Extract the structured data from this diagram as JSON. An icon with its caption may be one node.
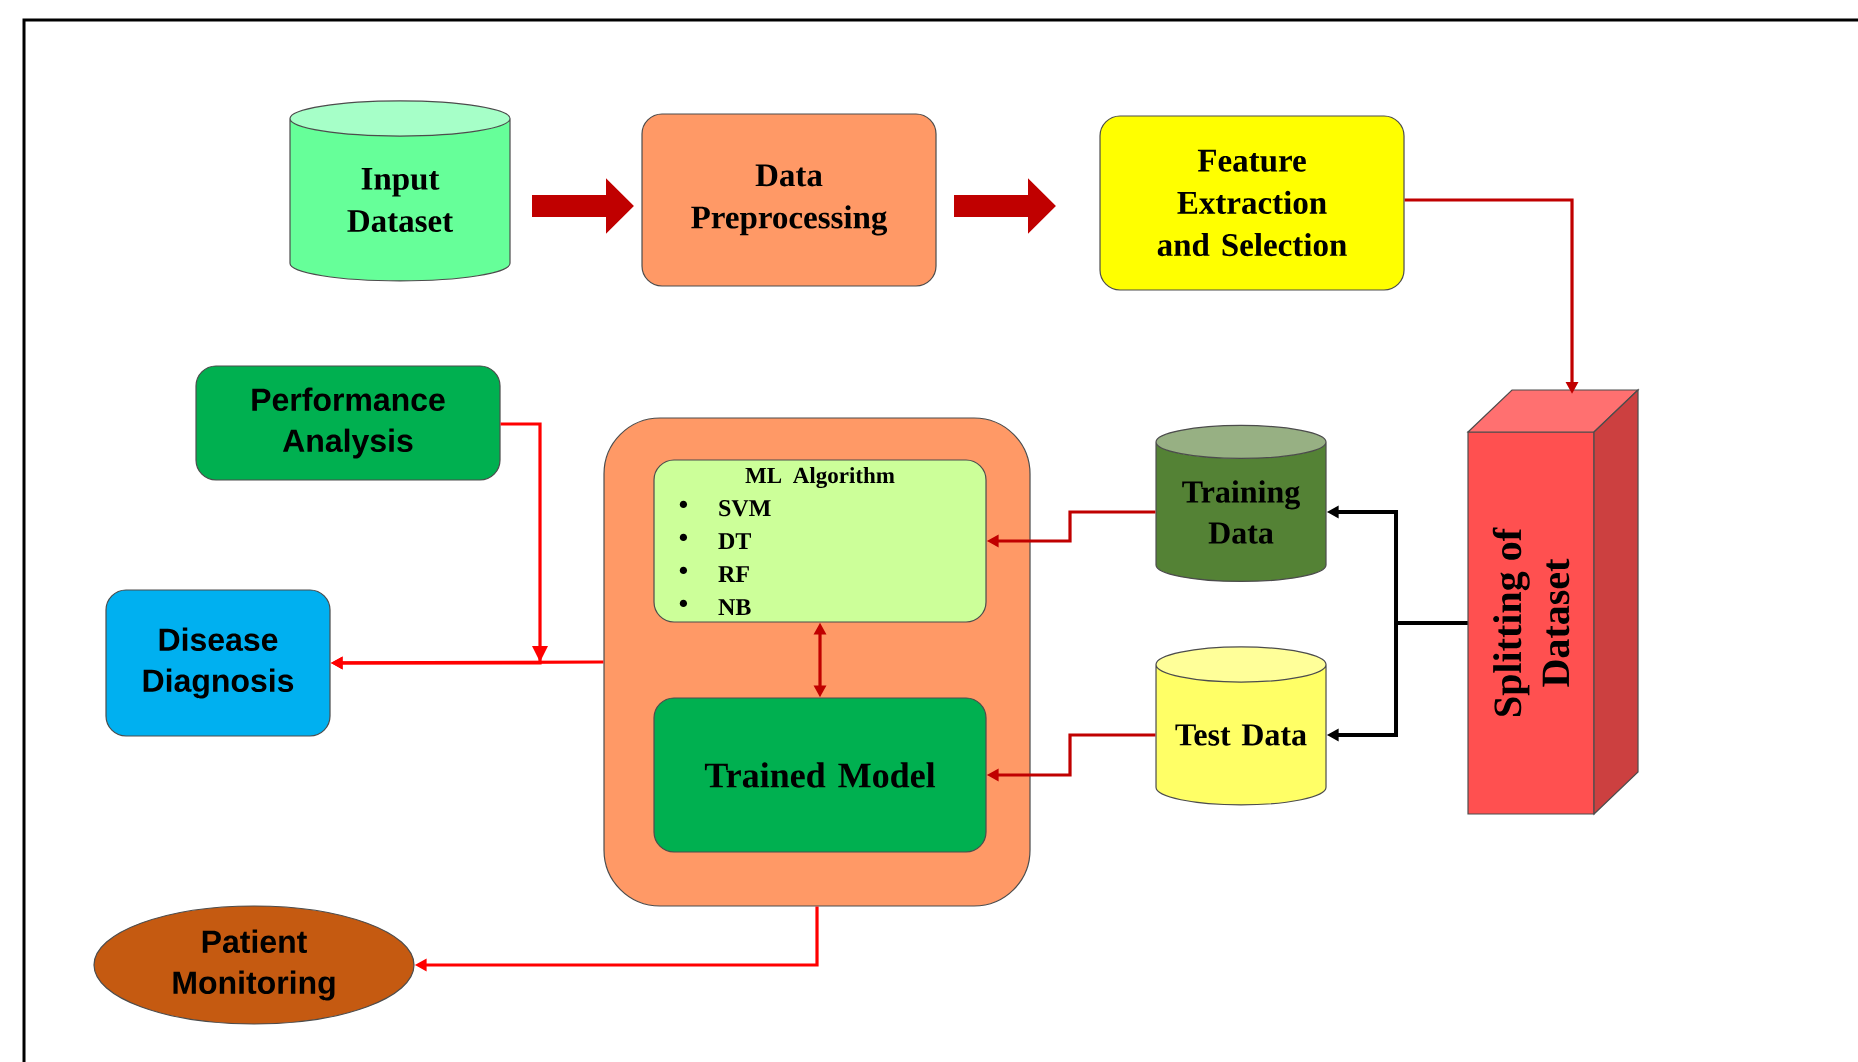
{
  "diagram": {
    "nodes": [
      {
        "text": [
          "Input Dataset"
        ]
      },
      {
        "text": [
          "Data Preprocessing"
        ]
      },
      {
        "text": [
          "Feature Extraction and Selection"
        ]
      },
      {
        "text": [
          "Performance Analysis"
        ]
      },
      {
        "text": [
          "Disease Diagnosis"
        ]
      },
      {
        "text": [],
        "shape": "box"
      },
      {
        "text": [
          "ML Algorithm",
          "SVM",
          "DT",
          "RF",
          "NB"
        ],
        "in": 5
      },
      {
        "text": [
          "Trained Model"
        ],
        "in": 5
      },
      {
        "text": [
          "Training Data"
        ]
      },
      {
        "text": [
          "Test Data"
        ]
      },
      {
        "text": [
          "Splitting of Dataset"
        ]
      },
      {
        "text": [
          "Patient Monitoring"
        ]
      }
    ],
    "edges": [
      {
        "from": 0,
        "to": 1,
        "arrow": "to",
        "style": "thick"
      },
      {
        "from": 1,
        "to": 2,
        "arrow": "to",
        "style": "thick"
      },
      {
        "from": 2,
        "to": 10,
        "arrow": "to"
      },
      {
        "from": 10,
        "to": 8,
        "arrow": "to",
        "color": "#000000"
      },
      {
        "from": 10,
        "to": 9,
        "arrow": "to",
        "color": "#000000"
      },
      {
        "from": 8,
        "to": 6,
        "arrow": "to"
      },
      {
        "from": 9,
        "to": 7,
        "arrow": "to"
      },
      {
        "from": 6,
        "to": 7,
        "arrow": "both"
      },
      {
        "from": 3,
        "to": 4,
        "arrow": "to",
        "color": "#ff0000"
      },
      {
        "from": 5,
        "to": 4,
        "arrow": "to",
        "color": "#ff0000"
      },
      {
        "from": 5,
        "to": 11,
        "arrow": "to",
        "color": "#ff0000"
      }
    ]
  }
}
